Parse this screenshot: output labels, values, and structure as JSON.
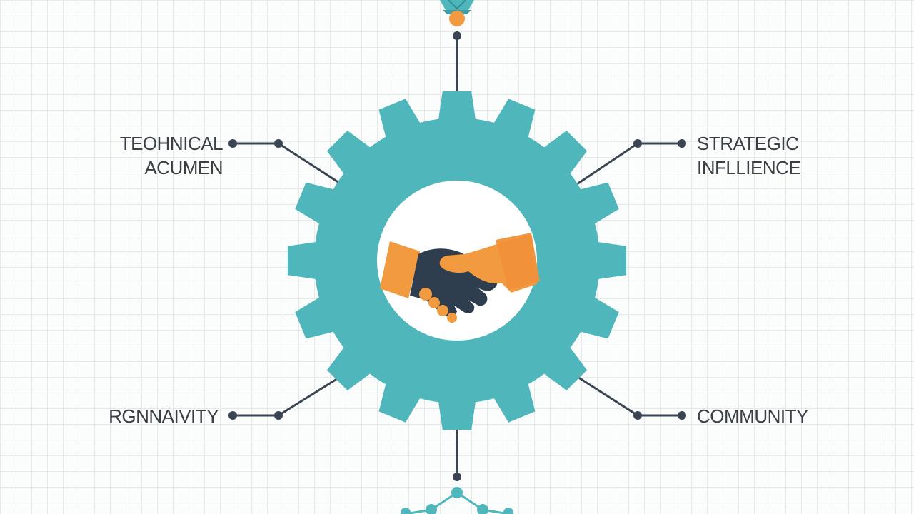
{
  "colors": {
    "gear": "#4fb6bb",
    "hand_orange": "#f29a3f",
    "hand_dark": "#2e3e4e",
    "line": "#3b4552",
    "text": "#3a3f44",
    "grid": "#e6e9ea"
  },
  "center": {
    "icon": "handshake-icon",
    "frame_icon": "gear-icon"
  },
  "top_node": {
    "icon": "lightbulb-icon"
  },
  "bottom_node": {
    "icon": "network-icon"
  },
  "branches": [
    {
      "id": "top-left",
      "lines": [
        "TEOHNICAL",
        "ACUMEN"
      ]
    },
    {
      "id": "top-right",
      "lines": [
        "STRATEGIC",
        "INFLLIENCE"
      ]
    },
    {
      "id": "bottom-left",
      "lines": [
        "RGNNAIVITY"
      ]
    },
    {
      "id": "bottom-right",
      "lines": [
        "COMMUNITY"
      ]
    }
  ]
}
